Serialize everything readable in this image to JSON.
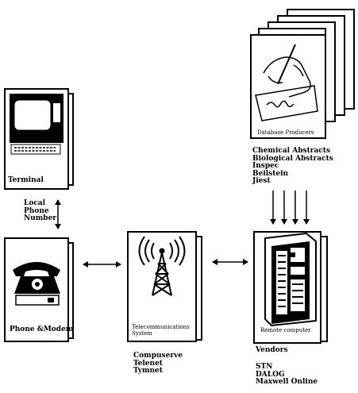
{
  "terminal": {
    "label": "Terminal"
  },
  "local_phone": {
    "line1": "Local",
    "line2": "Phone",
    "line3": "Number"
  },
  "phone_modem": {
    "label": "Phone &Modem"
  },
  "telecom": {
    "line1": "Telecommunications",
    "line2": "System"
  },
  "remote": {
    "label": "Remote computer"
  },
  "database": {
    "label": "Database Producers"
  },
  "databases": [
    "Chemical Abstracts",
    "Biological Abstracts",
    "Inspec",
    "Beilstein",
    "Jiest"
  ],
  "networks": [
    "Compuserve",
    "Telenet",
    "Tymnet"
  ],
  "vendors": {
    "title": "Vendors",
    "items": [
      "STN",
      "DALOG",
      "Maxwell Online"
    ]
  }
}
